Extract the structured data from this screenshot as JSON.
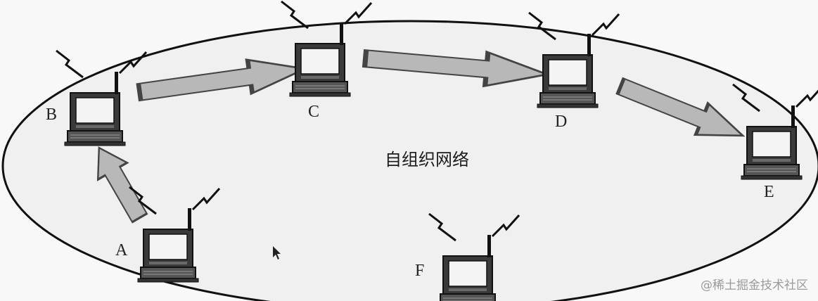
{
  "diagram": {
    "center_label": "自组织网络",
    "nodes": [
      {
        "id": "A",
        "label": "A"
      },
      {
        "id": "B",
        "label": "B"
      },
      {
        "id": "C",
        "label": "C"
      },
      {
        "id": "D",
        "label": "D"
      },
      {
        "id": "E",
        "label": "E"
      },
      {
        "id": "F",
        "label": "F"
      }
    ],
    "links": [
      {
        "from": "A",
        "to": "B"
      },
      {
        "from": "B",
        "to": "C"
      },
      {
        "from": "C",
        "to": "D"
      },
      {
        "from": "D",
        "to": "E"
      }
    ]
  },
  "watermark": "@稀土掘金技术社区"
}
